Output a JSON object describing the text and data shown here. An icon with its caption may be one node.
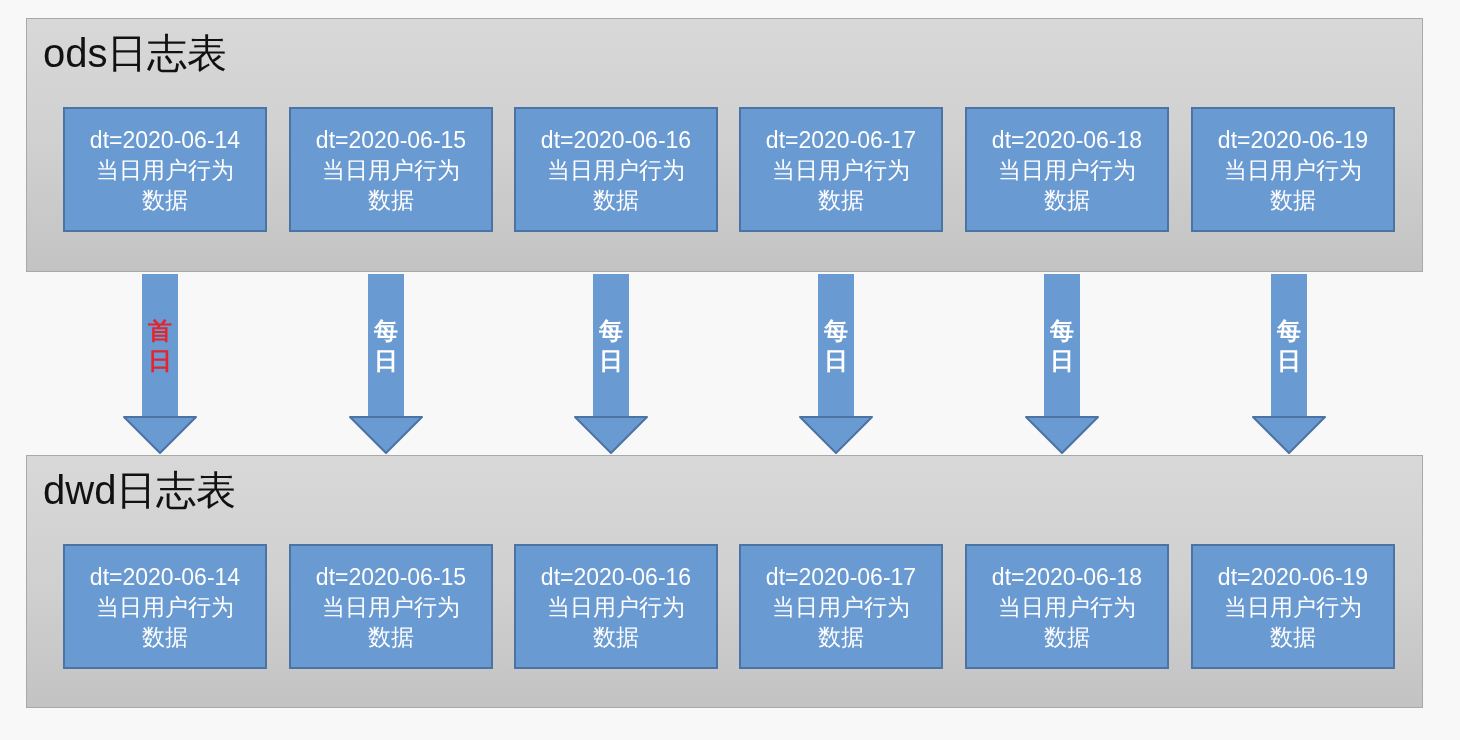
{
  "diagram": {
    "nodes": [
      {
        "text": [
          "ods日志表"
        ]
      },
      {
        "text": [
          "dt=2020-06-14 当日用户行为数据"
        ],
        "in": 0
      },
      {
        "text": [
          "dt=2020-06-15 当日用户行为数据"
        ],
        "in": 0
      },
      {
        "text": [
          "dt=2020-06-16 当日用户行为数据"
        ],
        "in": 0
      },
      {
        "text": [
          "dt=2020-06-17 当日用户行为数据"
        ],
        "in": 0
      },
      {
        "text": [
          "dt=2020-06-18 当日用户行为数据"
        ],
        "in": 0
      },
      {
        "text": [
          "dt=2020-06-19 当日用户行为数据"
        ],
        "in": 0
      },
      {
        "text": [
          "dwd日志表"
        ]
      },
      {
        "text": [
          "dt=2020-06-14 当日用户行为数据"
        ],
        "in": 7
      },
      {
        "text": [
          "dt=2020-06-15 当日用户行为数据"
        ],
        "in": 7
      },
      {
        "text": [
          "dt=2020-06-16 当日用户行为数据"
        ],
        "in": 7
      },
      {
        "text": [
          "dt=2020-06-17 当日用户行为数据"
        ],
        "in": 7
      },
      {
        "text": [
          "dt=2020-06-18 当日用户行为数据"
        ],
        "in": 7
      },
      {
        "text": [
          "dt=2020-06-19 当日用户行为数据"
        ],
        "in": 7
      }
    ],
    "edges": [
      {
        "from": 0,
        "to": 7,
        "arrow": "to",
        "label": "首日"
      },
      {
        "from": 0,
        "to": 7,
        "arrow": "to",
        "label": "每日"
      },
      {
        "from": 0,
        "to": 7,
        "arrow": "to",
        "label": "每日"
      },
      {
        "from": 0,
        "to": 7,
        "arrow": "to",
        "label": "每日"
      },
      {
        "from": 0,
        "to": 7,
        "arrow": "to",
        "label": "每日"
      },
      {
        "from": 0,
        "to": 7,
        "arrow": "to",
        "label": "每日"
      }
    ]
  }
}
